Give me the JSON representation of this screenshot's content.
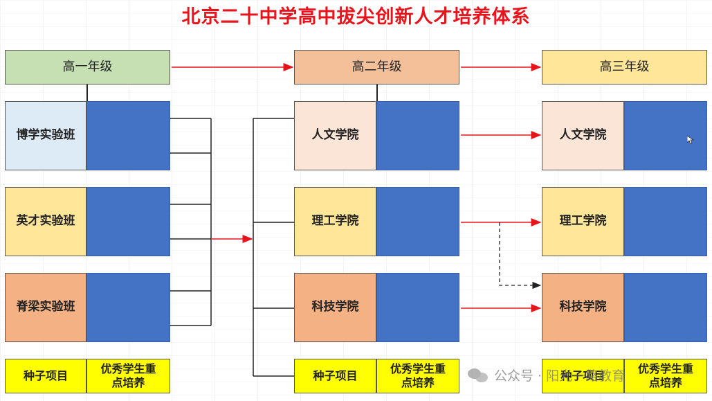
{
  "title": "北京二十中学高中拔尖创新人才培养体系",
  "grades": {
    "g1": "高一年级",
    "g2": "高二年级",
    "g3": "高三年级"
  },
  "grade1_classes": [
    "博学实验班",
    "英才实验班",
    "脊梁实验班"
  ],
  "grade2_colleges": [
    "人文学院",
    "理工学院",
    "科技学院"
  ],
  "grade3_colleges": [
    "人文学院",
    "理工学院",
    "科技学院"
  ],
  "bottom": {
    "seed_project": "种子项目",
    "excellent_students": "优秀学生重点培养"
  },
  "watermark": "公众号 · 阳光一路教育",
  "colors": {
    "title": "#e8141c",
    "grade1": "#c6e0b4",
    "grade2": "#f4c09a",
    "grade3": "#ffe699",
    "class1": "#ddebf7",
    "class2": "#ffe699",
    "class3": "#f4b183",
    "college_humanities": "#fbe5d6",
    "college_science": "#ffe699",
    "college_tech": "#f4b183",
    "blue_panel": "#4472c4",
    "bottom_yellow": "#ffff00",
    "arrow_red": "#e8141c"
  }
}
